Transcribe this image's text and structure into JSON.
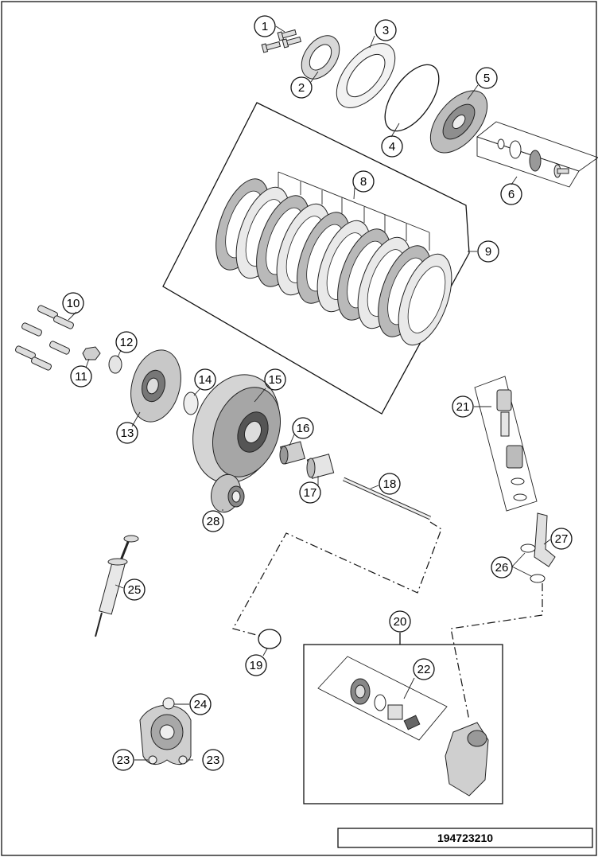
{
  "diagram": {
    "drawing_number": "194723210",
    "callouts": [
      {
        "id": "c1",
        "label": "1"
      },
      {
        "id": "c2",
        "label": "2"
      },
      {
        "id": "c3",
        "label": "3"
      },
      {
        "id": "c4",
        "label": "4"
      },
      {
        "id": "c5",
        "label": "5"
      },
      {
        "id": "c6",
        "label": "6"
      },
      {
        "id": "c8",
        "label": "8"
      },
      {
        "id": "c9",
        "label": "9"
      },
      {
        "id": "c10",
        "label": "10"
      },
      {
        "id": "c11",
        "label": "11"
      },
      {
        "id": "c12",
        "label": "12"
      },
      {
        "id": "c13",
        "label": "13"
      },
      {
        "id": "c14",
        "label": "14"
      },
      {
        "id": "c15",
        "label": "15"
      },
      {
        "id": "c16",
        "label": "16"
      },
      {
        "id": "c17",
        "label": "17"
      },
      {
        "id": "c18",
        "label": "18"
      },
      {
        "id": "c19",
        "label": "19"
      },
      {
        "id": "c20",
        "label": "20"
      },
      {
        "id": "c21",
        "label": "21"
      },
      {
        "id": "c22",
        "label": "22"
      },
      {
        "id": "c23a",
        "label": "23"
      },
      {
        "id": "c23b",
        "label": "23"
      },
      {
        "id": "c24",
        "label": "24"
      },
      {
        "id": "c25",
        "label": "25"
      },
      {
        "id": "c26",
        "label": "26"
      },
      {
        "id": "c27",
        "label": "27"
      },
      {
        "id": "c28",
        "label": "28"
      }
    ]
  }
}
